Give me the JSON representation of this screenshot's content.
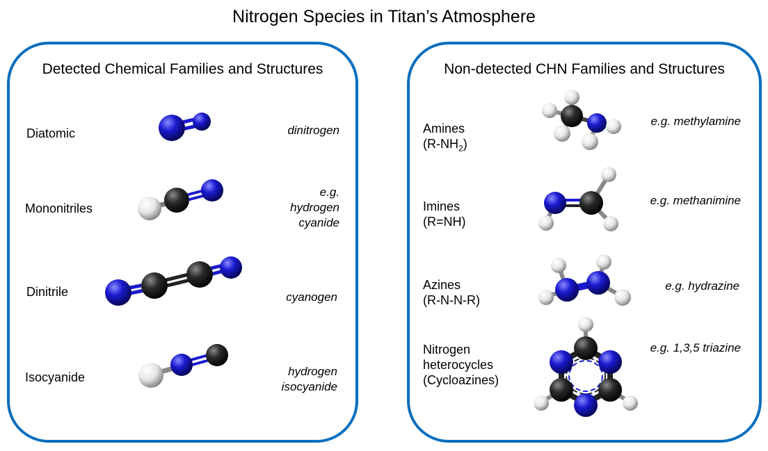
{
  "title": "Nitrogen Species in Titan’s Atmosphere",
  "colors": {
    "panel_border": "#0a6fbf",
    "nitrogen": "#1a1ad0",
    "carbon": "#2a2a2a",
    "hydrogen": "#e6e6e6"
  },
  "detected": {
    "title": "Detected Chemical Families and Structures",
    "families": [
      {
        "name": "Diatomic",
        "example": "dinitrogen"
      },
      {
        "name": "Mononitriles",
        "example": "e.g.\nhydrogen\ncyanide"
      },
      {
        "name": "Dinitrile",
        "example": "cyanogen"
      },
      {
        "name": "Isocyanide",
        "example": "hydrogen\nisocyanide"
      }
    ]
  },
  "nondetected": {
    "title": "Non-detected CHN Families and Structures",
    "families": [
      {
        "name": "Amines",
        "formula_prefix": "(R-NH",
        "formula_sub": "2",
        "formula_suffix": ")",
        "example": "e.g. methylamine"
      },
      {
        "name": "Imines",
        "formula": "(R=NH)",
        "example": "e.g. methanimine"
      },
      {
        "name": "Azines",
        "formula": "(R-N-N-R)",
        "example": "e.g. hydrazine"
      },
      {
        "name": "Nitrogen\nheterocycles\n(Cycloazines)",
        "example": "e.g. 1,3,5 triazine"
      }
    ]
  }
}
